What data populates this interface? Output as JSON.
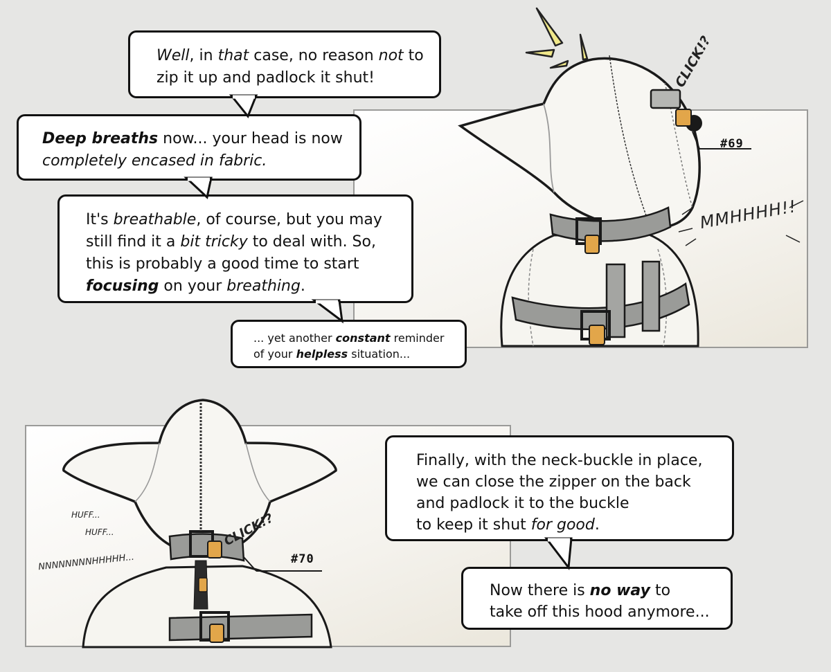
{
  "bubbles": {
    "b1": {
      "l1_a": "Well",
      "l1_b": ", in ",
      "l1_c": "that",
      "l1_d": " case, no reason ",
      "l1_e": "not",
      "l1_f": " to",
      "l2": "zip it up and padlock it shut!"
    },
    "b2": {
      "l1_a": "Deep breaths",
      "l1_b": " now... your head is now",
      "l2": "completely encased in fabric."
    },
    "b3": {
      "l1_a": "It's ",
      "l1_b": "breathable",
      "l1_c": ", of course, but you may",
      "l2_a": "still find it a ",
      "l2_b": "bit tricky",
      "l2_c": " to deal with. So,",
      "l3": "this is probably a good time to start",
      "l4_a": "focusing",
      "l4_b": " on your ",
      "l4_c": "breathing",
      "l4_d": "."
    },
    "b4": {
      "l1_a": "... yet another ",
      "l1_b": "constant",
      "l1_c": " reminder",
      "l2_a": "of your ",
      "l2_b": "helpless",
      "l2_c": " situation..."
    },
    "b5": {
      "l1": "Finally, with the neck-buckle in place,",
      "l2": "we can close the zipper on the back",
      "l3": "and padlock it to the buckle",
      "l4_a": "to keep it shut ",
      "l4_b": "for good",
      "l4_c": "."
    },
    "b6": {
      "l1_a": "Now there is ",
      "l1_b": "no way",
      "l1_c": " to",
      "l2": "take off this hood anymore..."
    }
  },
  "labels": {
    "top": "#69",
    "bottom": "#70"
  },
  "sfx": {
    "click_top": "CLICK!?",
    "click_bottom": "CLICK!?",
    "muffle": "MMHHHH!!",
    "huff_1": "HUFF...",
    "huff_2": "HUFF...",
    "hum": "NNNNNNNNHHHHH..."
  },
  "colors": {
    "background": "#e6e6e4",
    "fabric": "#f7f6f2",
    "strap": "#8f908d",
    "padlock": "#e2a64a",
    "spark": "#ece27a"
  }
}
